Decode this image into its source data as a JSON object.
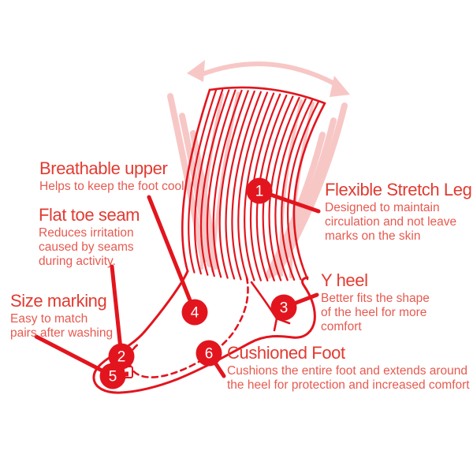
{
  "colors": {
    "accent_red": "#e2151e",
    "light_pink": "#f7c7c6",
    "heading_red": "#e13b31",
    "body_red": "#e65a50"
  },
  "labels": [
    {
      "title": "Breathable upper",
      "description": "Helps to keep the foot cool",
      "marker": 4
    },
    {
      "title": "Flat toe seam",
      "description": "Reduces irritation\ncaused by seams\nduring activity.",
      "marker": 2
    },
    {
      "title": "Size marking",
      "description": "Easy to match\npairs after washing",
      "marker": 5
    },
    {
      "title": "Flexible Stretch Leg",
      "description": "Designed to maintain\ncirculation and not leave\nmarks on the skin",
      "marker": 1
    },
    {
      "title": "Y heel",
      "description": "Better fits the shape\nof the heel for more\ncomfort",
      "marker": 3
    },
    {
      "title": "Cushioned Foot",
      "description": "Cushions the entire foot and extends around\nthe heel for protection and increased comfort",
      "marker": 6
    }
  ],
  "markers": [
    {
      "number": "1"
    },
    {
      "number": "2"
    },
    {
      "number": "3"
    },
    {
      "number": "4"
    },
    {
      "number": "5"
    },
    {
      "number": "6"
    }
  ]
}
